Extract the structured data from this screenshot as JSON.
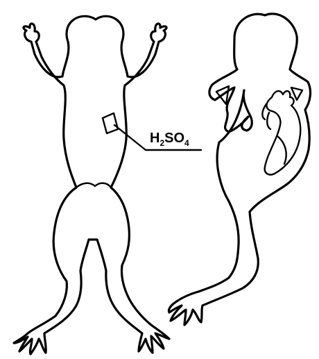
{
  "figure": {
    "label": {
      "part1": "H",
      "sub1": "2",
      "part2": "SO",
      "sub2": "4"
    },
    "colors": {
      "stroke": "#000000",
      "background": "#ffffff"
    }
  }
}
